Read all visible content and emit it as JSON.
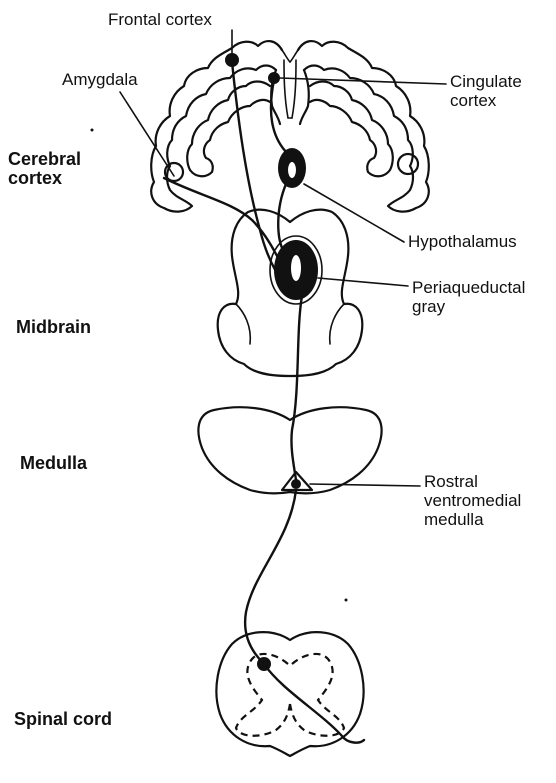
{
  "labels": {
    "frontal_cortex": "Frontal cortex",
    "amygdala": "Amygdala",
    "cingulate_cortex": "Cingulate\ncortex",
    "cerebral_cortex": "Cerebral\ncortex",
    "hypothalamus": "Hypothalamus",
    "periaqueductal_gray": "Periaqueductal\ngray",
    "midbrain": "Midbrain",
    "medulla": "Medulla",
    "rostral_ventromedial_medulla": "Rostral\nventromedial\nmedulla",
    "spinal_cord": "Spinal cord"
  }
}
